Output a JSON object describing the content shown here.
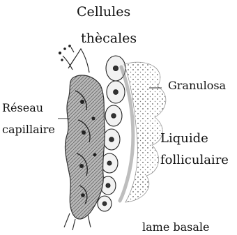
{
  "labels": {
    "cellules": "Cellules",
    "thecales": "thècales",
    "granulosa": "Granulosa",
    "reseau_line1": "Réseau",
    "reseau_line2": "capillaire",
    "liquide_line1": "Liquide",
    "liquide_line2": "folliculaire",
    "lame_basale": "lame basale"
  },
  "colors": {
    "ink": "#111111",
    "dots": "#555555",
    "shade": "#8a8a8a",
    "capillary": "#6e6e6e"
  }
}
